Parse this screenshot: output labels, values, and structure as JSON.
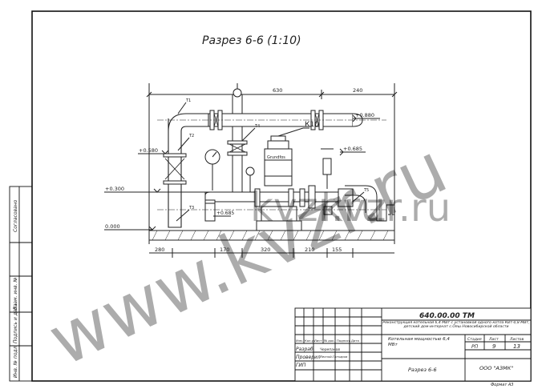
{
  "drawing": {
    "title": "Разрез 6-6 (1:10)",
    "dimensions_top": [
      "630",
      "240"
    ],
    "dimensions_bottom": [
      "280",
      "170",
      "320",
      "210",
      "155"
    ],
    "elevations": [
      "+0.880",
      "+0.580",
      "+0.300",
      "0.000",
      "+0.685",
      "+0.685"
    ],
    "pipe_labels": [
      "Т1",
      "Т2",
      "Т3",
      "Т4",
      "Т5"
    ],
    "tag_k10": "К10",
    "pump_brand": "Grundfos",
    "watermarks": [
      "www.kvzr.ru",
      "kvzr.ru",
      "kvzr.ru"
    ]
  },
  "side_table": {
    "rows": [
      "Согласовано",
      "Взам. инв. №",
      "Подпись и дата",
      "Инв. № подл."
    ]
  },
  "title_block": {
    "doc_code": "640.00.00 ТМ",
    "project": "Реконструкция котельной 6,4 МВт с установкой одного котла КВт-0,8 МВт, детский дом-интернат с.Ояш Новосибирской области",
    "header": [
      "Изм.",
      "Кол.уч",
      "Лист",
      "№ док.",
      "Подпись",
      "Дата"
    ],
    "developed_label": "Разраб.",
    "developed_name": "Черепанов",
    "checked_label": "Проверил",
    "checked_name": "Лесной-Гончаров",
    "gip_label": "ГИП",
    "object": "Котельная мощностью 6,4 МВт",
    "stage_label": "Стадия",
    "sheet_label": "Лист",
    "sheets_label": "Листов",
    "stage": "РП",
    "sheet": "9",
    "sheets": "13",
    "section": "Разрез 6-6",
    "company": "ООО \"АЗМК\"",
    "format": "Формат А3"
  }
}
